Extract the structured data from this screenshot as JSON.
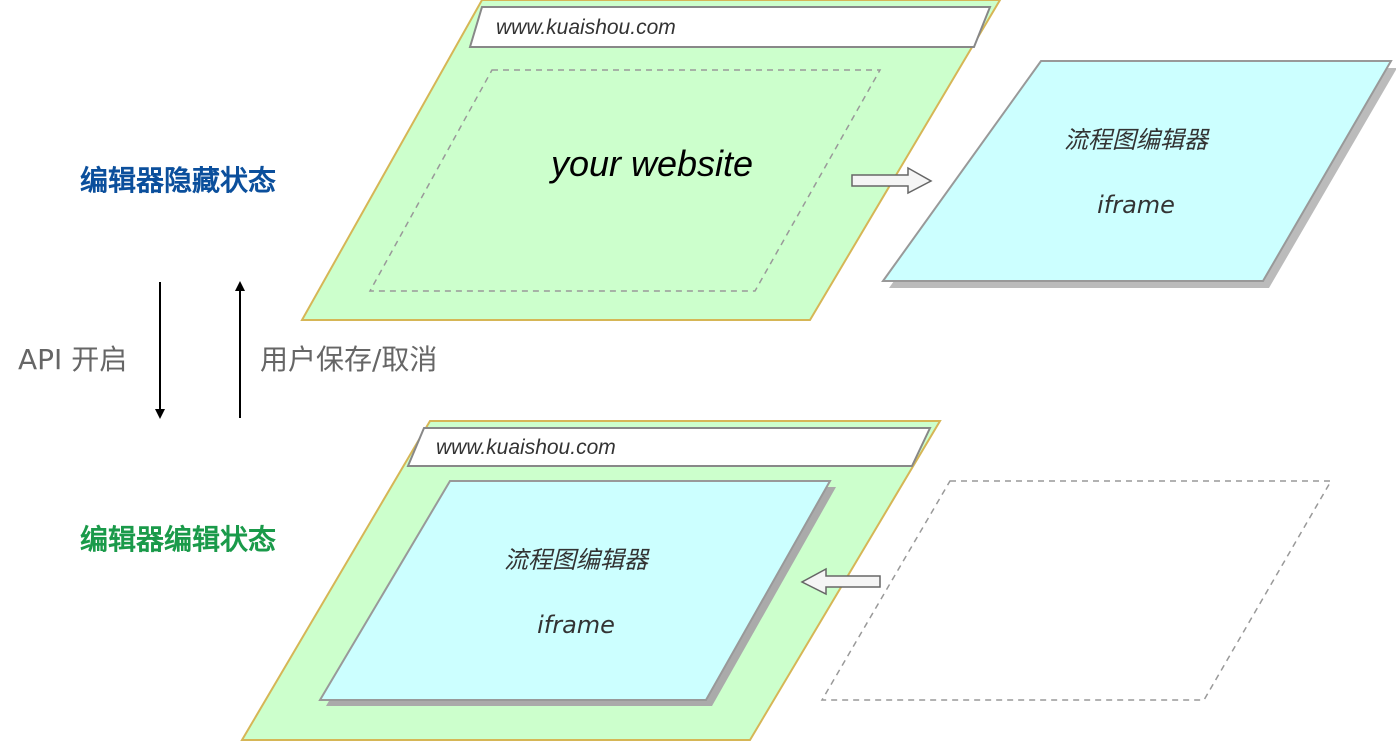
{
  "states": {
    "hidden_label": "编辑器隐藏状态",
    "editing_label": "编辑器编辑状态"
  },
  "transitions": {
    "open_label": "API 开启",
    "close_label": "用户保存/取消"
  },
  "top_page": {
    "url": "www.kuaishou.com",
    "content": "your website"
  },
  "top_editor": {
    "title": "流程图编辑器",
    "subtitle": "iframe"
  },
  "bottom_page": {
    "url": "www.kuaishou.com"
  },
  "bottom_editor": {
    "title": "流程图编辑器",
    "subtitle": "iframe"
  },
  "colors": {
    "page_fill": "#ccffcc",
    "page_stroke": "#d6b656",
    "editor_fill": "#ccffff",
    "hidden_label": "#0b4f9c",
    "editing_label": "#1a9a4a"
  }
}
